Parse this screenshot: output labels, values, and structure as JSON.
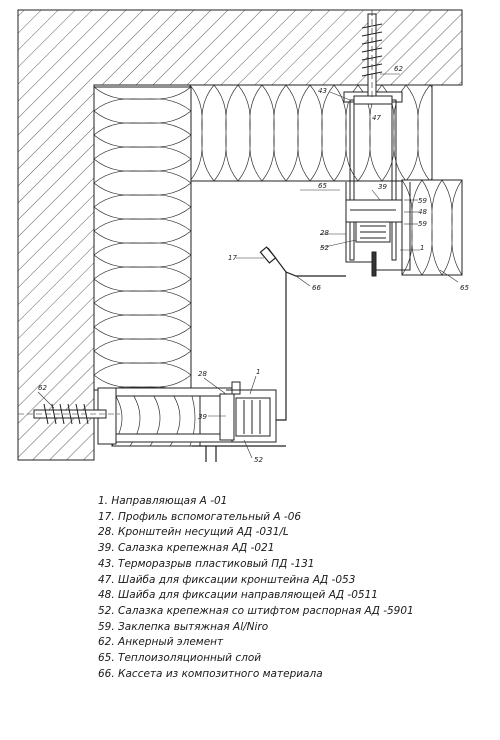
{
  "callouts": {
    "c62_top": "62",
    "c43": "43",
    "c47": "47",
    "c65_top": "65",
    "c39_top": "39",
    "c59_a": "59",
    "c48": "48",
    "c59_b": "59",
    "c28_top": "28",
    "c52_top": "52",
    "c1_top": "1",
    "c17": "17",
    "c66": "66",
    "c65_right": "65",
    "c62_left": "62",
    "c28_bottom": "28",
    "c1_bottom": "1",
    "c39_bottom": "39",
    "c52_bottom": "52"
  },
  "legend": [
    {
      "text": "1.  Направляющая А -01"
    },
    {
      "text": "17.  Профиль вспомогательный А -06"
    },
    {
      "text": "28.  Кронштейн несущий АД -031/L"
    },
    {
      "text": "39.  Салазка крепежная АД -021"
    },
    {
      "text": "43.  Терморазрыв пластиковый ПД -131"
    },
    {
      "text": "47.  Шайба для фиксации кронштейна АД -053"
    },
    {
      "text": "48.  Шайба для фиксации направляющей  АД -0511"
    },
    {
      "text": "52.  Салазка крепежная со штифтом распорная АД -5901"
    },
    {
      "text": "59.  Заклепка вытяжная Al/Niro"
    },
    {
      "text": "62.  Анкерный элемент"
    },
    {
      "text": "65.  Теплоизоляционный слой"
    },
    {
      "text": "66.  Кассета из композитного материала"
    }
  ]
}
